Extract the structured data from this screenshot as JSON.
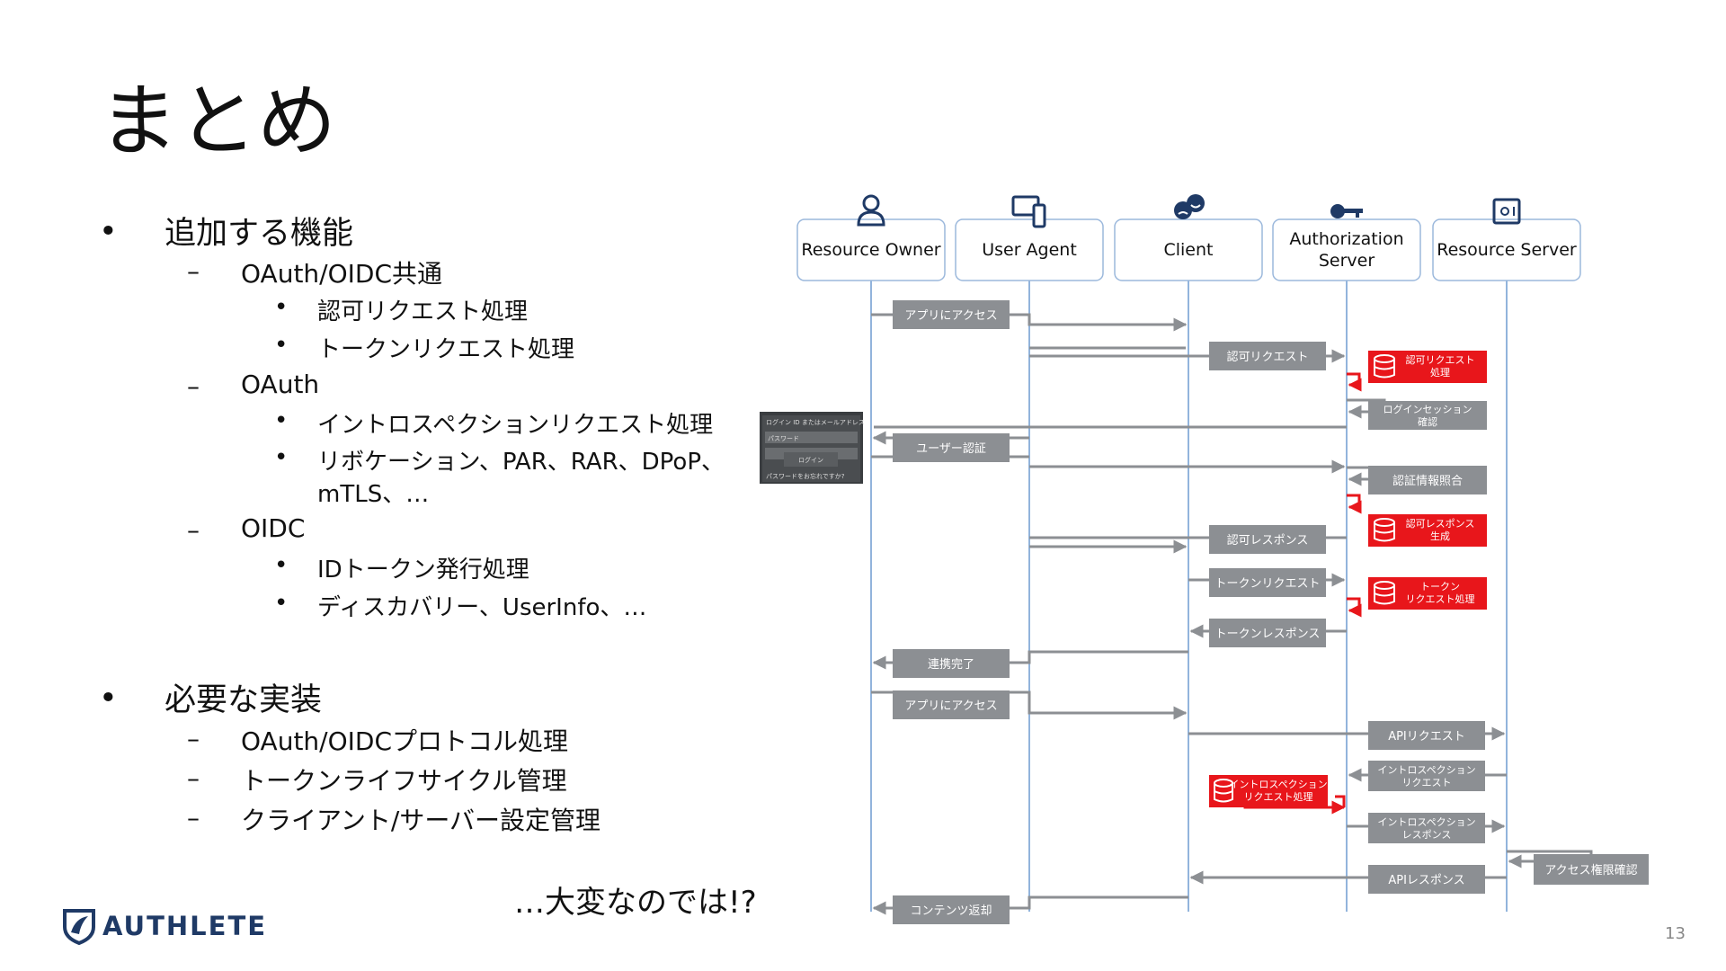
{
  "title": "まとめ",
  "sections": [
    {
      "label": "追加する機能",
      "items": [
        {
          "label": "OAuth/OIDC共通",
          "children": [
            "認可リクエスト処理",
            "トークンリクエスト処理"
          ]
        },
        {
          "label": "OAuth",
          "children": [
            "イントロスペクションリクエスト処理",
            "リボケーション、PAR、RAR、DPoP、",
            "mTLS、…"
          ]
        },
        {
          "label": "OIDC",
          "children": [
            "IDトークン発行処理",
            "ディスカバリー、UserInfo、…"
          ]
        }
      ]
    },
    {
      "label": "必要な実装",
      "items": [
        {
          "label": "OAuth/OIDCプロトコル処理"
        },
        {
          "label": "トークンライフサイクル管理"
        },
        {
          "label": "クライアント/サーバー設定管理"
        }
      ]
    }
  ],
  "closing": "…大変なのでは!?",
  "logo_text": "AUTHLETE",
  "page_number": "13",
  "diagram": {
    "actors": [
      "Resource Owner",
      "User Agent",
      "Client",
      "Authorization Server",
      "Resource Server"
    ],
    "steps": {
      "app_access": "アプリにアクセス",
      "authz_request": "認可リクエスト",
      "authz_request_proc": "認可リクエスト処理",
      "login_session": "ログインセッション確認",
      "user_auth": "ユーザー認証",
      "cred_check": "認証情報照合",
      "authz_response": "認可レスポンス",
      "authz_response_gen": "認可レスポンス生成",
      "token_request": "トークンリクエスト",
      "token_request_proc": "トークンリクエスト処理",
      "token_response": "トークンレスポンス",
      "link_done": "連携完了",
      "app_access2": "アプリにアクセス",
      "api_request": "APIリクエスト",
      "introspection_request": "イントロスペクションリクエスト",
      "introspection_proc": "イントロスペクションリクエスト処理",
      "introspection_response": "イントロスペクションレスポンス",
      "access_check": "アクセス権限確認",
      "api_response": "APIレスポンス",
      "content_return": "コンテンツ返却"
    },
    "login_form": {
      "field1": "ログイン ID またはメールアドレス",
      "field2": "パスワード",
      "button": "ログイン",
      "forgot": "パスワードをお忘れですか?"
    }
  },
  "colors": {
    "accent_red": "#e8161b",
    "box_gray": "#8c8f93",
    "lifeline_blue": "#6f9bd1",
    "arrow_gray": "#8c8f93",
    "logo_navy": "#1f3a66"
  }
}
